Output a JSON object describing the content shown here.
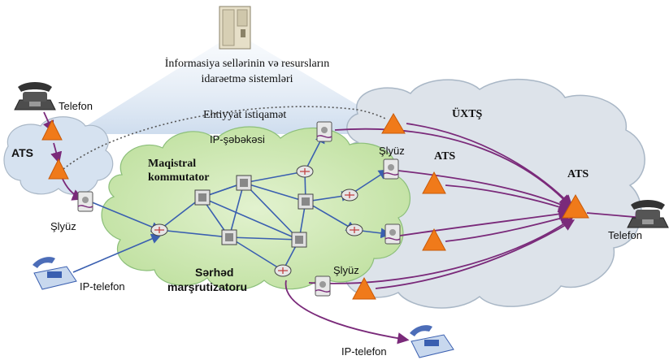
{
  "labels": {
    "management_system_line1": "İnformasiya sellərinin və resursların",
    "management_system_line2": "idarəetmə sistemləri",
    "telefon_top_left": "Telefon",
    "ats_left": "ATS",
    "backup_direction": "Ehtiyyat istiqamət",
    "ip_network": "IP-şəbəkəsi",
    "uxts": "ÜXTŞ",
    "gateway_top": "Şlyüz",
    "ats_mid": "ATS",
    "ats_right": "ATS",
    "backbone_switch_line1": "Maqistral",
    "backbone_switch_line2": "kommutator",
    "gateway_left": "Şlyüz",
    "telefon_right": "Telefon",
    "ip_telefon_left": "IP-telefon",
    "border_router_line1": "Sərhəd",
    "border_router_line2": "marşrutizatoru",
    "gateway_bottom": "Şlyüz",
    "ip_telefon_bottom": "IP-telefon"
  },
  "colors": {
    "ip_cloud": "#cfe8b4",
    "ip_cloud_stroke": "#8cbf7a",
    "pstn_cloud": "#dde3ea",
    "pstn_cloud_stroke": "#a9b7c6",
    "ats_cloud": "#d6e2f0",
    "backbone_link": "#3a5fb0",
    "pstn_link": "#7a2a7a",
    "backup_link": "#555555",
    "ats_triangle": "#f07a1a",
    "ats_triangle_dark": "#c85a08",
    "light_beam": "#e4edf7"
  },
  "icons": [
    "server-cabinet-icon",
    "desk-phone-icon",
    "ip-phone-icon",
    "router-icon",
    "switch-icon",
    "gateway-icon",
    "ats-triangle-icon"
  ]
}
